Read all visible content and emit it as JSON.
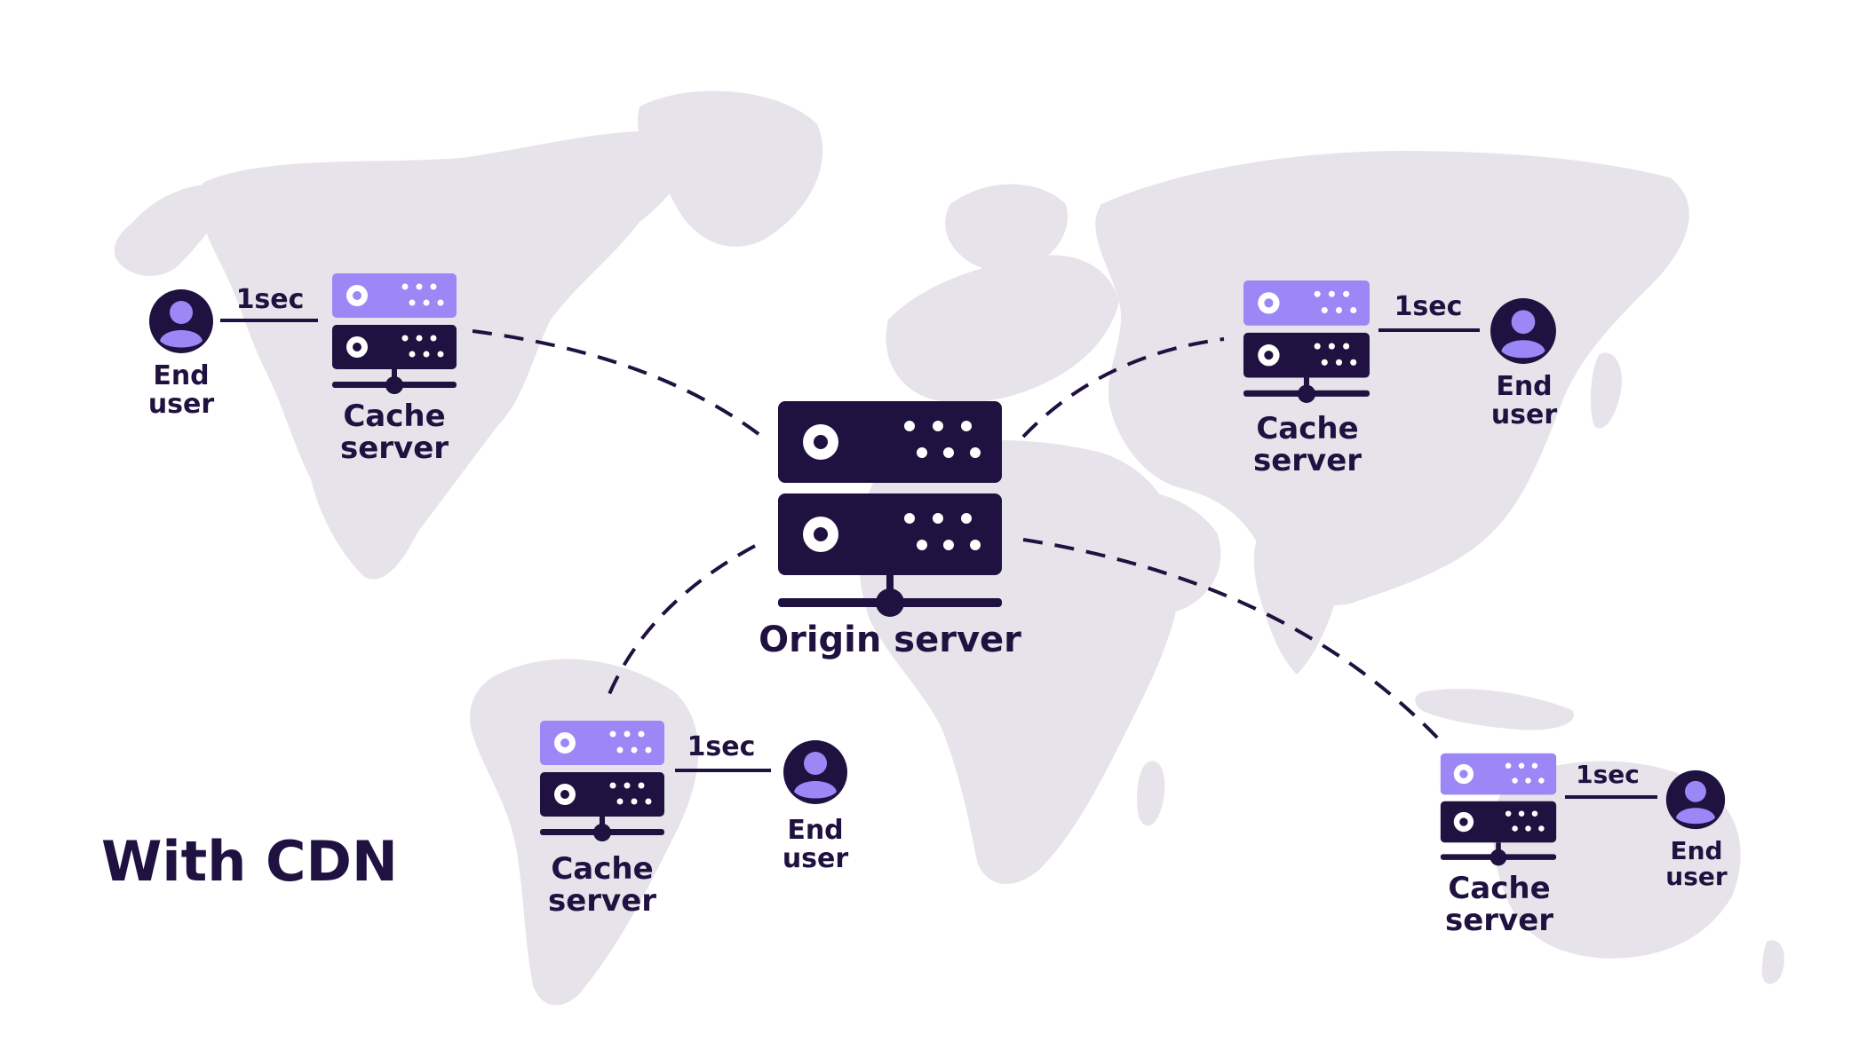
{
  "diagram": {
    "title": "With CDN",
    "origin": {
      "label": "Origin server"
    },
    "nodes": [
      {
        "id": "na",
        "cache_label": "Cache\nserver",
        "user_label": "End\nuser",
        "latency": "1sec"
      },
      {
        "id": "asia",
        "cache_label": "Cache\nserver",
        "user_label": "End\nuser",
        "latency": "1sec"
      },
      {
        "id": "sa",
        "cache_label": "Cache\nserver",
        "user_label": "End\nuser",
        "latency": "1sec"
      },
      {
        "id": "au",
        "cache_label": "Cache\nserver",
        "user_label": "End\nuser",
        "latency": "1sec"
      }
    ]
  },
  "colors": {
    "dark": "#1f1140",
    "accent": "#9b87f5",
    "map": "#e6e3ea",
    "background": "#ffffff"
  }
}
